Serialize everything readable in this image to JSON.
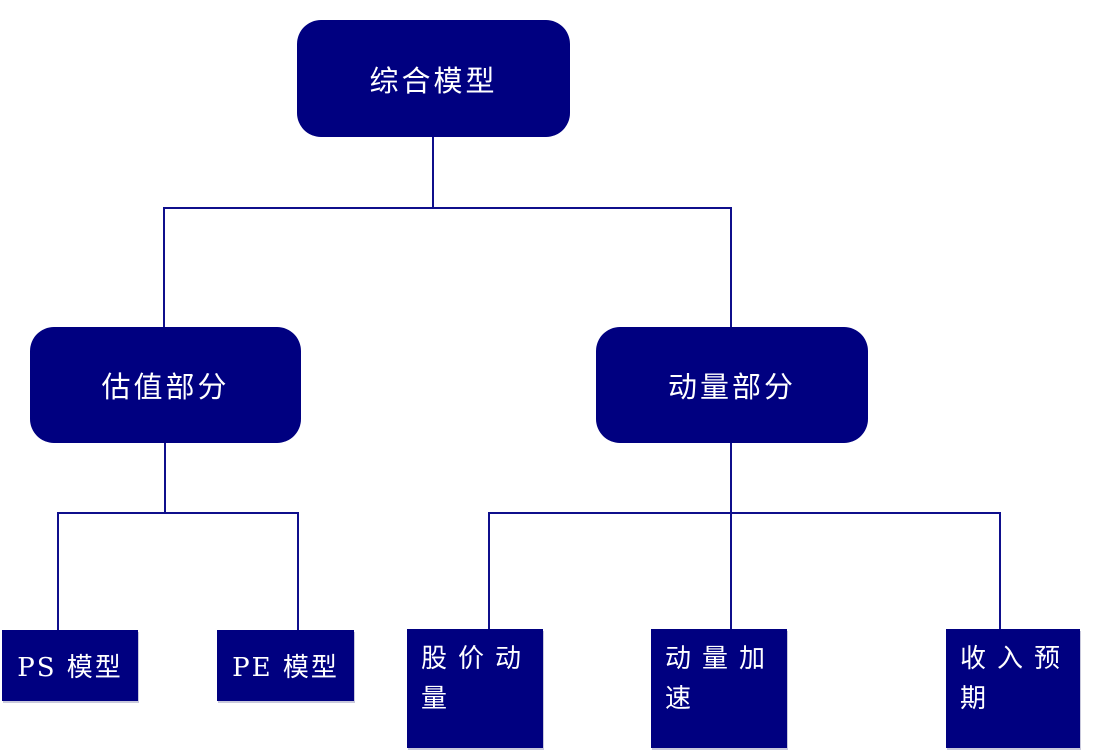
{
  "diagram": {
    "type": "tree",
    "colors": {
      "background": "#ffffff",
      "node_fill": "#000080",
      "line": "#0f0f8c",
      "text": "#ffffff"
    },
    "nodes": {
      "root": {
        "label": "综合模型"
      },
      "valuation": {
        "label": "估值部分"
      },
      "momentum": {
        "label": "动量部分"
      },
      "ps_model": {
        "label": "PS 模型"
      },
      "pe_model": {
        "label": "PE 模型"
      },
      "price_momentum": {
        "label": "股价动量"
      },
      "momentum_acceleration": {
        "label": "动量加速"
      },
      "revenue_expectation": {
        "label": "收入预期"
      }
    },
    "edges": [
      {
        "from": "root",
        "to": "valuation"
      },
      {
        "from": "root",
        "to": "momentum"
      },
      {
        "from": "valuation",
        "to": "ps_model"
      },
      {
        "from": "valuation",
        "to": "pe_model"
      },
      {
        "from": "momentum",
        "to": "price_momentum"
      },
      {
        "from": "momentum",
        "to": "momentum_acceleration"
      },
      {
        "from": "momentum",
        "to": "revenue_expectation"
      }
    ]
  }
}
